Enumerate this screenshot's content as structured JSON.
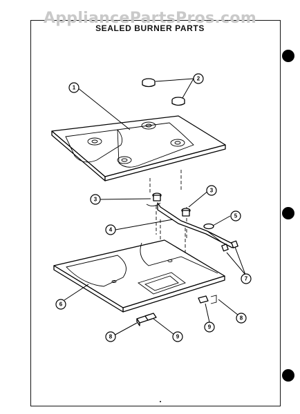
{
  "watermark": "AppliancePartsPros.com",
  "title": "SEALED BURNER PARTS",
  "callouts": [
    "1",
    "2",
    "3",
    "3",
    "4",
    "5",
    "6",
    "7",
    "8",
    "9",
    "8",
    "9"
  ]
}
